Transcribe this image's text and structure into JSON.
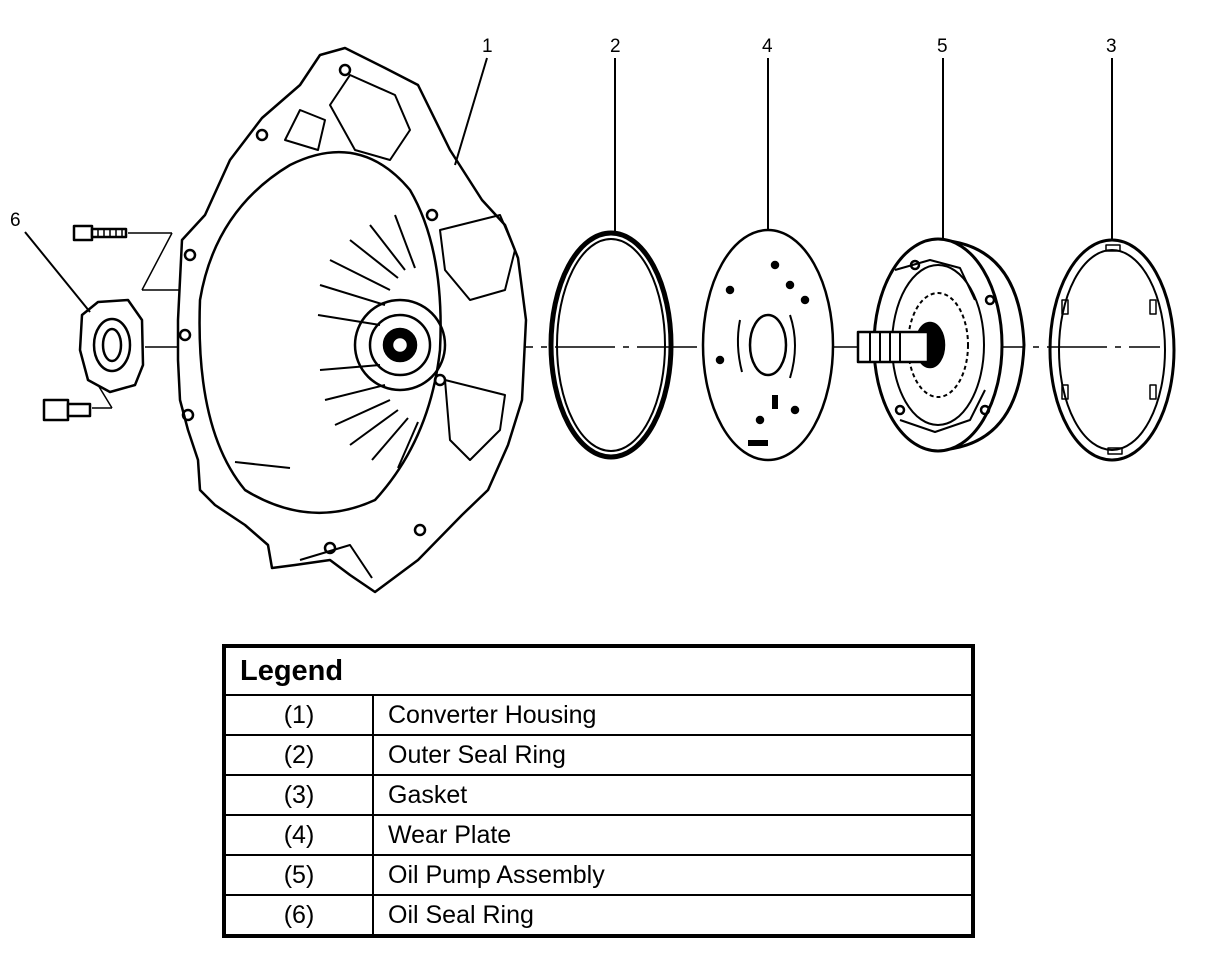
{
  "callouts": [
    "1",
    "2",
    "4",
    "5",
    "3",
    "6"
  ],
  "legend": {
    "title": "Legend",
    "rows": [
      {
        "num": "(1)",
        "desc": "Converter Housing"
      },
      {
        "num": "(2)",
        "desc": "Outer Seal Ring"
      },
      {
        "num": "(3)",
        "desc": "Gasket"
      },
      {
        "num": "(4)",
        "desc": "Wear Plate"
      },
      {
        "num": "(5)",
        "desc": "Oil Pump Assembly"
      },
      {
        "num": "(6)",
        "desc": "Oil Seal Ring"
      }
    ]
  }
}
